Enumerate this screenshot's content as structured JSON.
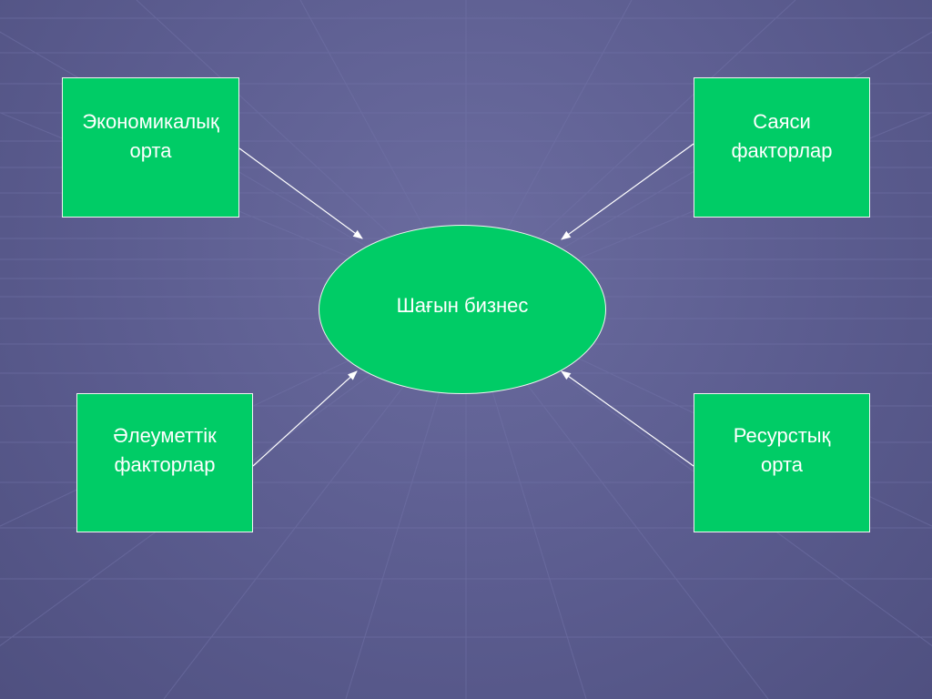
{
  "diagram": {
    "center": {
      "label": "Шағын бизнес"
    },
    "nodes": [
      {
        "id": "economic",
        "label": "Экономикалық\nорта"
      },
      {
        "id": "political",
        "label": "Саяси\nфакторлар"
      },
      {
        "id": "social",
        "label": "Әлеуметтік\nфакторлар"
      },
      {
        "id": "resource",
        "label": "Ресурстық\nорта"
      }
    ]
  },
  "colors": {
    "box_fill": "#00cc66",
    "box_border": "#f2f2f2",
    "text": "#ffffff",
    "background": "#5b5c8f",
    "arrow": "#ffffff"
  }
}
